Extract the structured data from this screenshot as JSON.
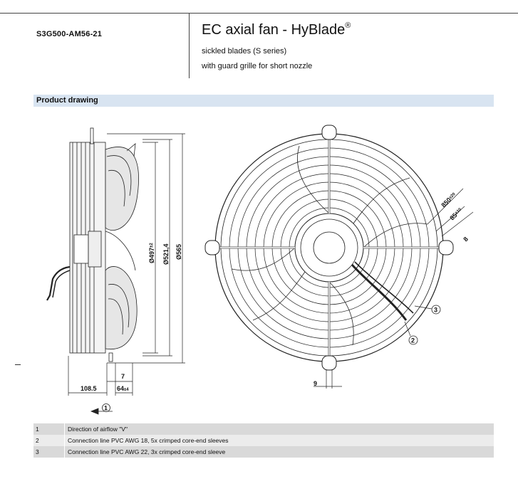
{
  "header": {
    "model": "S3G500-AM56-21",
    "title": "EC axial fan - HyBlade",
    "title_mark": "®",
    "subtitle_1": "sickled blades (S series)",
    "subtitle_2": "with guard grille for short nozzle"
  },
  "section": {
    "title": "Product drawing"
  },
  "drawing": {
    "side_dims": {
      "d1": "Ø497",
      "d1_tol": "±2",
      "d2": "Ø521,4",
      "d3": "Ø565",
      "depth": "108.5",
      "offset": "64",
      "offset_tol": "±4",
      "lip": "7"
    },
    "front_dims": {
      "bolt_circle": "850",
      "bolt_circle_tol": "±20",
      "slot_len": "85",
      "slot_len_tol": "±10",
      "slot_w": "8",
      "bracket": "9"
    },
    "callouts": [
      "1",
      "2",
      "3"
    ]
  },
  "legend": [
    {
      "num": "1",
      "text": "Direction of airflow \"V\""
    },
    {
      "num": "2",
      "text": "Connection line PVC AWG 18, 5x crimped core-end sleeves"
    },
    {
      "num": "3",
      "text": "Connection line PVC AWG 22, 3x crimped core-end sleeve"
    }
  ]
}
